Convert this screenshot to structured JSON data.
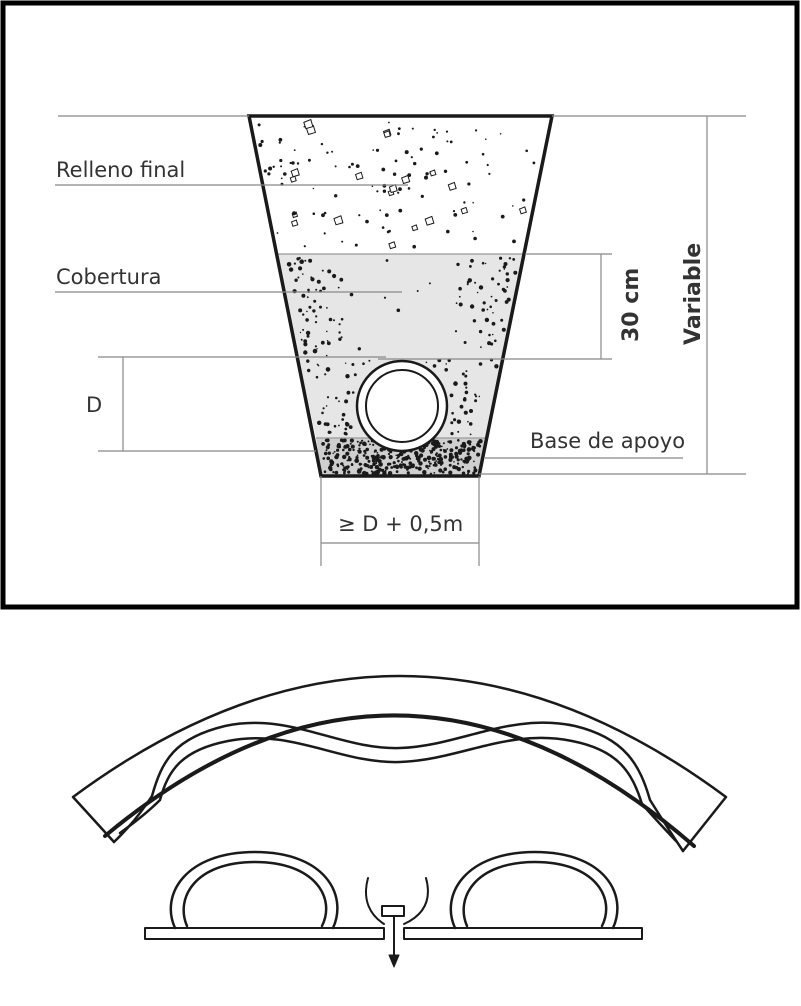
{
  "trench": {
    "labels": {
      "relleno_final": "Relleno final",
      "cobertura": "Cobertura",
      "base_apoyo": "Base de apoyo",
      "diameter": "D",
      "cover_height": "30 cm",
      "variable": "Variable",
      "min_width": "≥ D + 0,5m"
    },
    "colors": {
      "outline": "#1a1a1a",
      "cobertura_fill": "#e6e6e6",
      "base_fill": "#c8c8c8",
      "dim_line": "#888888"
    }
  },
  "pipe_section": {
    "colors": {
      "outline": "#1a1a1a"
    }
  }
}
